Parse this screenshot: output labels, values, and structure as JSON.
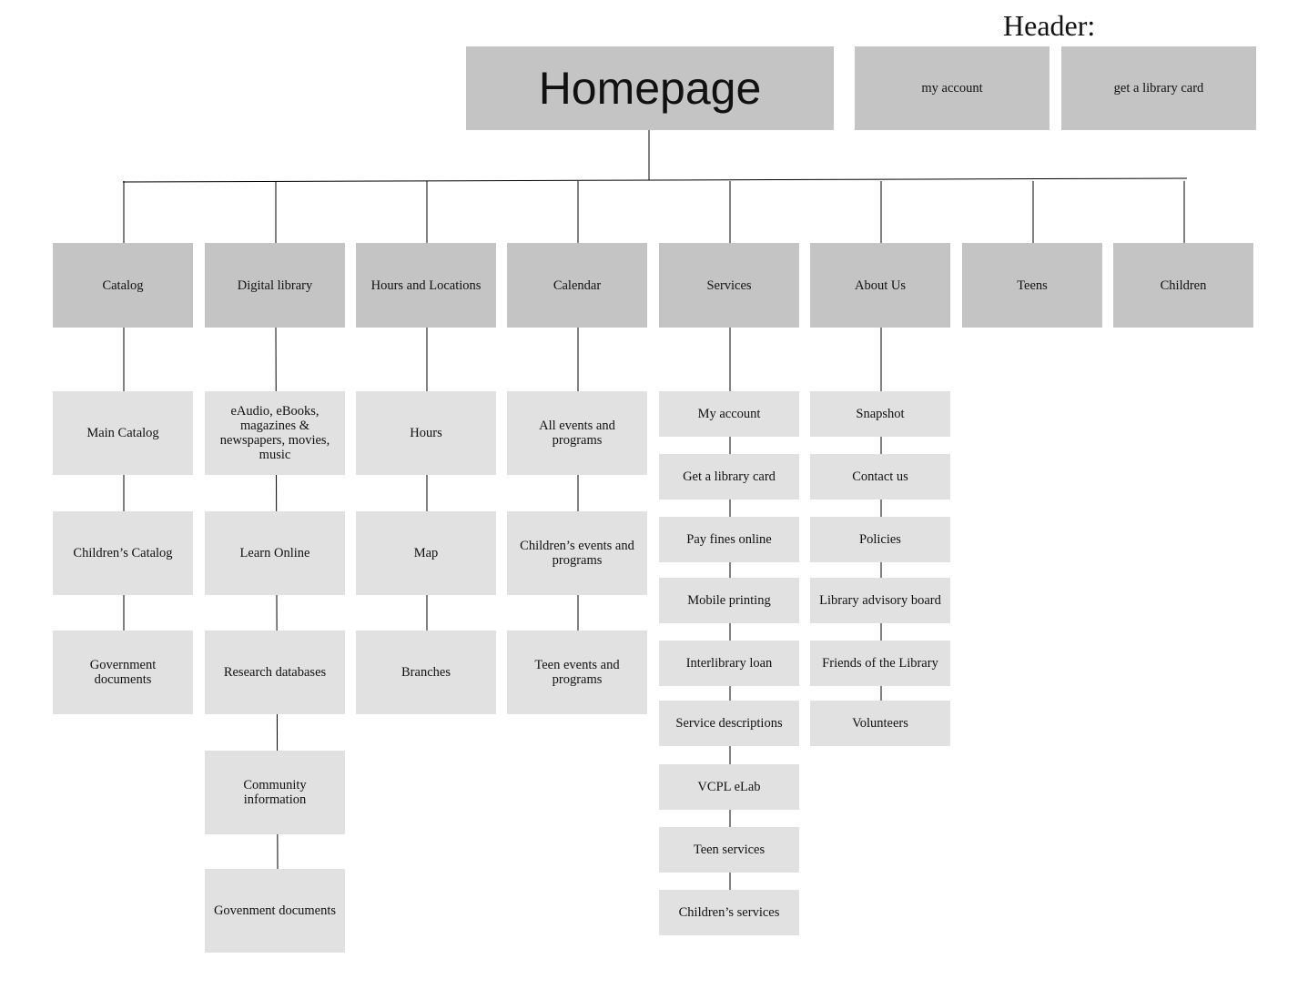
{
  "header": {
    "title": "Header:",
    "links": [
      "my account",
      "get a library card"
    ]
  },
  "root": "Homepage",
  "columns": [
    {
      "label": "Catalog",
      "children": [
        "Main Catalog",
        "Children’s Catalog",
        "Government documents"
      ]
    },
    {
      "label": "Digital library",
      "children": [
        "eAudio, eBooks, magazines & newspapers, movies, music",
        "Learn Online",
        "Research databases",
        "Community information",
        "Govenment documents"
      ]
    },
    {
      "label": "Hours and Locations",
      "children": [
        "Hours",
        "Map",
        "Branches"
      ]
    },
    {
      "label": "Calendar",
      "children": [
        "All events and programs",
        "Children’s events and programs",
        "Teen events and programs"
      ]
    },
    {
      "label": "Services",
      "children": [
        "My account",
        "Get a library card",
        "Pay fines online",
        "Mobile printing",
        "Interlibrary loan",
        "Service descriptions",
        "VCPL eLab",
        "Teen services",
        "Children’s services"
      ]
    },
    {
      "label": "About Us",
      "children": [
        "Snapshot",
        "Contact us",
        "Policies",
        "Library advisory board",
        "Friends of the Library",
        "Volunteers"
      ]
    },
    {
      "label": "Teens",
      "children": []
    },
    {
      "label": "Children",
      "children": []
    }
  ],
  "colors": {
    "dark_box": "#c4c4c4",
    "light_box": "#e1e1e1",
    "line": "#000000"
  }
}
